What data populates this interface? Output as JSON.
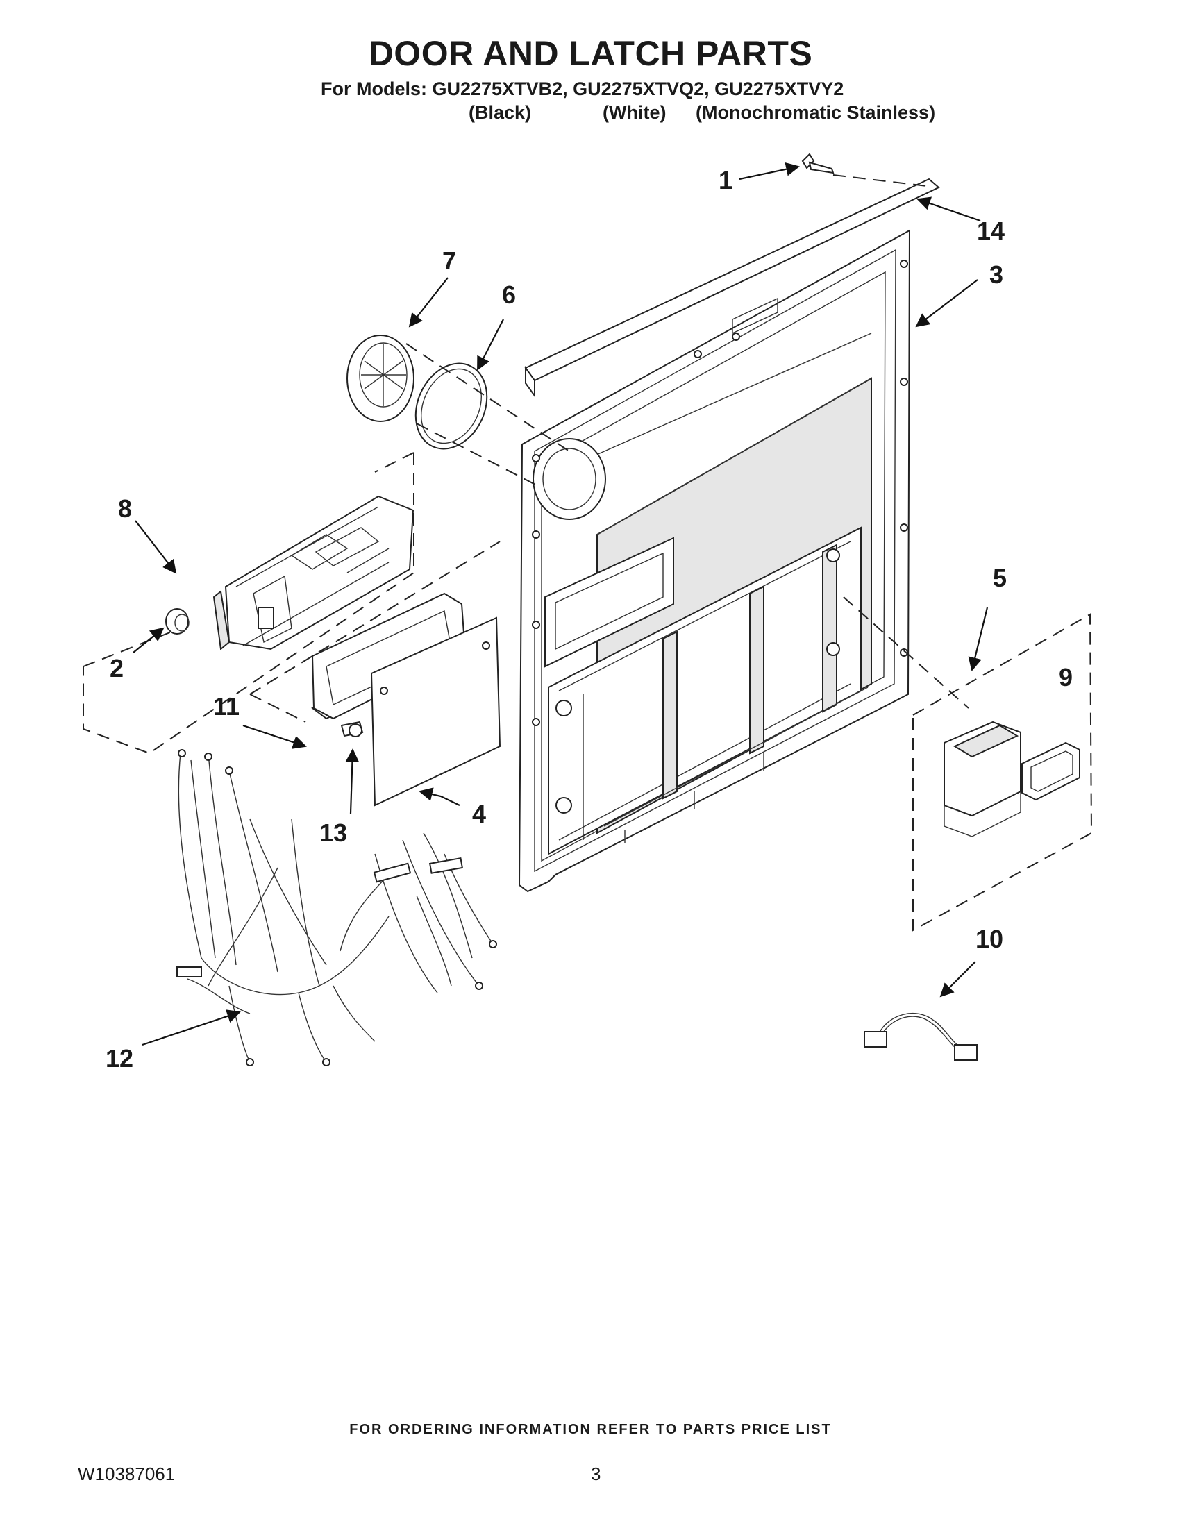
{
  "header": {
    "title": "DOOR AND LATCH PARTS",
    "models_line": "For Models: GU2275XTVB2, GU2275XTVQ2, GU2275XTVY2",
    "color_black": "(Black)",
    "color_white": "(White)",
    "color_stainless": "(Monochromatic Stainless)"
  },
  "callouts": [
    "1",
    "2",
    "3",
    "4",
    "5",
    "6",
    "7",
    "8",
    "9",
    "10",
    "11",
    "12",
    "13",
    "14"
  ],
  "footer": {
    "ordering_note": "FOR ORDERING INFORMATION REFER TO PARTS PRICE LIST",
    "document_number": "W10387061",
    "page_number": "3"
  }
}
